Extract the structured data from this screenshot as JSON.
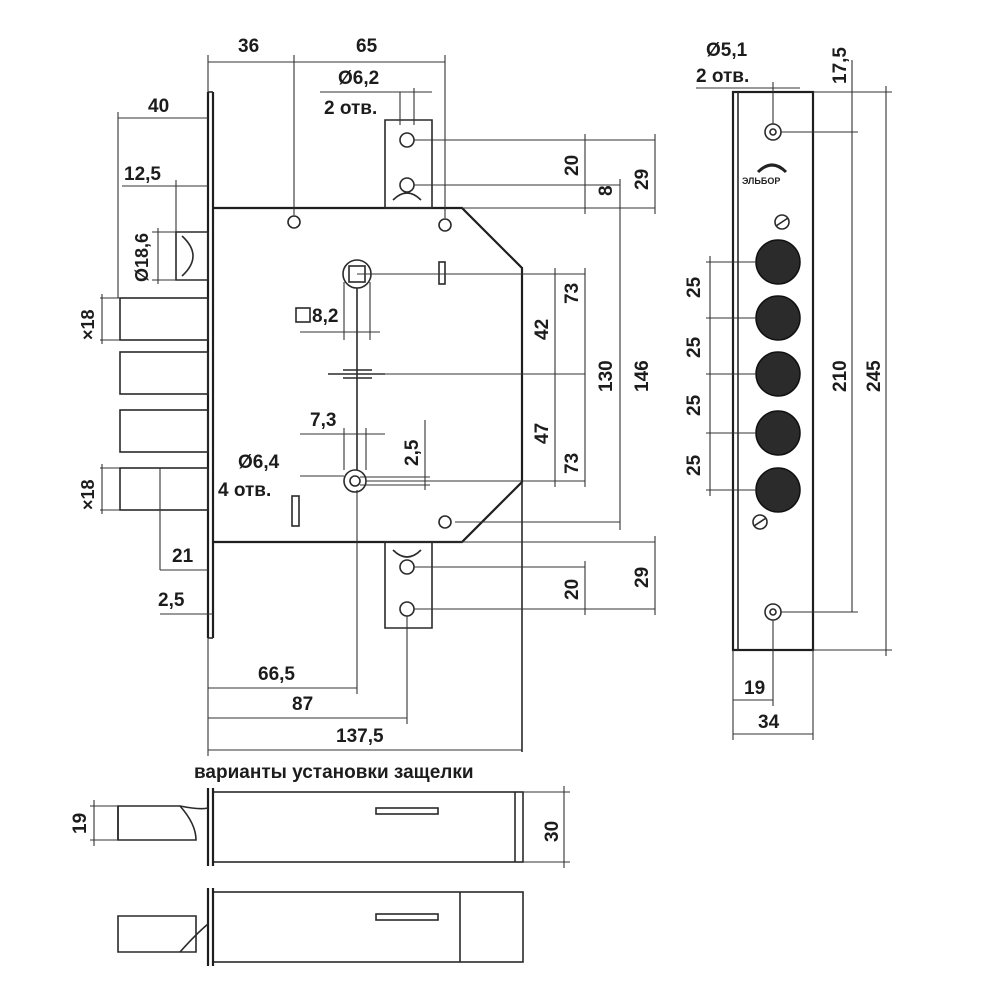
{
  "drawing": {
    "latch_caption": "варианты установки защелки",
    "brand_logo_text": "ЭЛЬБОР",
    "dims": {
      "d36": "36",
      "d65": "65",
      "d40": "40",
      "d12_5": "12,5",
      "d18_6": "Ø18,6",
      "d18_top": "×18",
      "d18_bot": "×18",
      "d6_2": "Ø6,2",
      "holes2_top": "2 отв.",
      "sq8_2": "8,2",
      "d7_3": "7,3",
      "d2_5_mid": "2,5",
      "d6_4": "Ø6,4",
      "holes4": "4 отв.",
      "d21": "21",
      "d2_5_low": "2,5",
      "d66_5": "66,5",
      "d87": "87",
      "d137_5": "137,5",
      "d20_top": "20",
      "d8": "8",
      "d29_top": "29",
      "d73_top": "73",
      "d42": "42",
      "d130": "130",
      "d146": "146",
      "d47": "47",
      "d73_bot": "73",
      "d20_bot": "20",
      "d29_bot": "29",
      "d5_1": "Ø5,1",
      "holes2_plate": "2 отв.",
      "d17_5": "17,5",
      "d25_1": "25",
      "d25_2": "25",
      "d25_3": "25",
      "d25_4": "25",
      "d210": "210",
      "d245": "245",
      "d19_plate": "19",
      "d34": "34",
      "d19_latch": "19",
      "d30": "30"
    }
  }
}
